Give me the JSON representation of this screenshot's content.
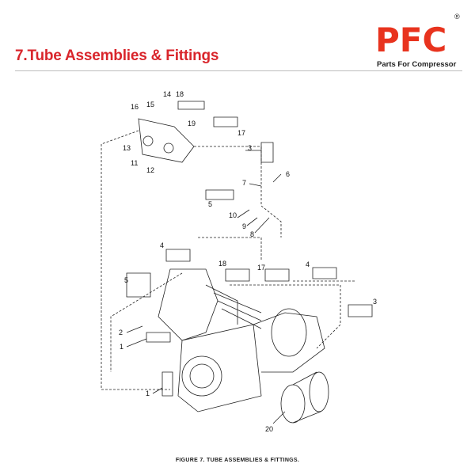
{
  "header": {
    "title": "7.Tube Assemblies & Fittings",
    "logo": {
      "text": "PFC",
      "registered": "®",
      "tagline": "Parts For Compressor",
      "color": "#e8331e"
    },
    "title_color": "#d9262c"
  },
  "figure": {
    "caption": "FIGURE 7. TUBE ASSEMBLIES & FITTINGS.",
    "callouts": [
      "14",
      "15",
      "16",
      "18",
      "19",
      "17",
      "13",
      "11",
      "12",
      "3",
      "6",
      "7",
      "5",
      "10",
      "9",
      "8",
      "4",
      "18",
      "17",
      "4",
      "5",
      "3",
      "2",
      "1",
      "1",
      "20"
    ]
  }
}
